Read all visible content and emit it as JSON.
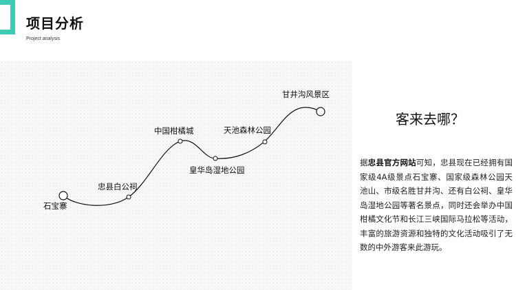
{
  "header": {
    "title": "项目分析",
    "subtitle": "Project analysis",
    "accent_color": "#3ecbb5"
  },
  "route": {
    "stops": [
      {
        "name": "石宝寨"
      },
      {
        "name": "忠县白公祠"
      },
      {
        "name": "中国柑橘城"
      },
      {
        "name": "皇华岛湿地公园"
      },
      {
        "name": "天池森林公园"
      },
      {
        "name": "甘井沟风景区"
      }
    ]
  },
  "side": {
    "question": "客来去哪？",
    "desc_prefix": "据",
    "desc_bold": "忠县官方网站",
    "desc_rest": "可知，忠县现在已经拥有国家级4A级景点石宝寨、国家级森林公园天池山、市级名胜甘井沟、还有白公祠、皇华岛湿地公园等著名景点，同时还会举办中国柑橘文化节和长江三峡国际马拉松等活动，丰富的旅游资源和独特的文化活动吸引了无数的中外游客来此游玩。"
  }
}
